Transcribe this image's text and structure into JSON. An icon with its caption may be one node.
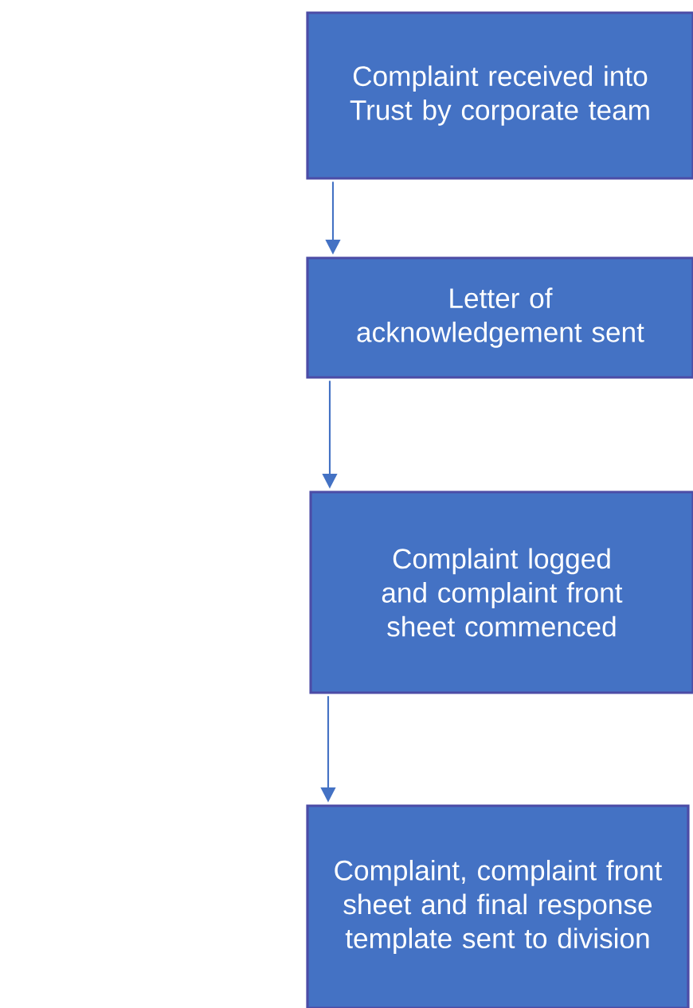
{
  "diagram": {
    "nodes": [
      {
        "text": [
          "Complaint received into Trust by corporate team"
        ]
      },
      {
        "text": [
          "Letter of acknowledgement sent"
        ]
      },
      {
        "text": [
          "Complaint logged and complaint front sheet commenced"
        ]
      },
      {
        "text": [
          "Complaint, complaint front sheet and final response template sent to division"
        ]
      }
    ],
    "edges": [
      {
        "from": 0,
        "to": 1,
        "arrow": "to"
      },
      {
        "from": 1,
        "to": 2,
        "arrow": "to"
      },
      {
        "from": 2,
        "to": 3,
        "arrow": "to"
      }
    ]
  }
}
